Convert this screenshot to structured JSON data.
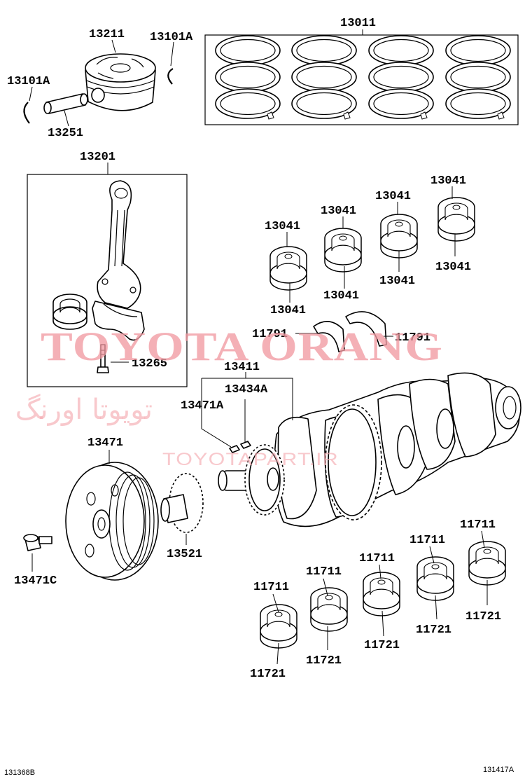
{
  "diagram": {
    "labels": {
      "13211": "13211",
      "13101A_top": "13101A",
      "13101A_left": "13101A",
      "13251": "13251",
      "13011": "13011",
      "13201": "13201",
      "13265": "13265",
      "13041_1": "13041",
      "13041_2": "13041",
      "13041_3": "13041",
      "13041_4": "13041",
      "13041_5": "13041",
      "13041_6": "13041",
      "13041_7": "13041",
      "13041_8": "13041",
      "11791_left": "11791",
      "11791_right": "11791",
      "13411": "13411",
      "13434A": "13434A",
      "13471A": "13471A",
      "13471": "13471",
      "13521": "13521",
      "13471C": "13471C",
      "11711_1": "11711",
      "11711_2": "11711",
      "11711_3": "11711",
      "11711_4": "11711",
      "11711_5": "11711",
      "11721_1": "11721",
      "11721_2": "11721",
      "11721_3": "11721",
      "11721_4": "11721",
      "11721_5": "11721"
    },
    "watermark": {
      "main": "TOYOTA ORANG",
      "persian": "تویوتا اورنگ",
      "site": "TOYOTAPART.IR"
    },
    "footer": {
      "left_code": "131368B",
      "right_code": "131417A"
    },
    "colors": {
      "watermark": "#f19aa2",
      "line": "#000000",
      "background": "#ffffff"
    }
  }
}
